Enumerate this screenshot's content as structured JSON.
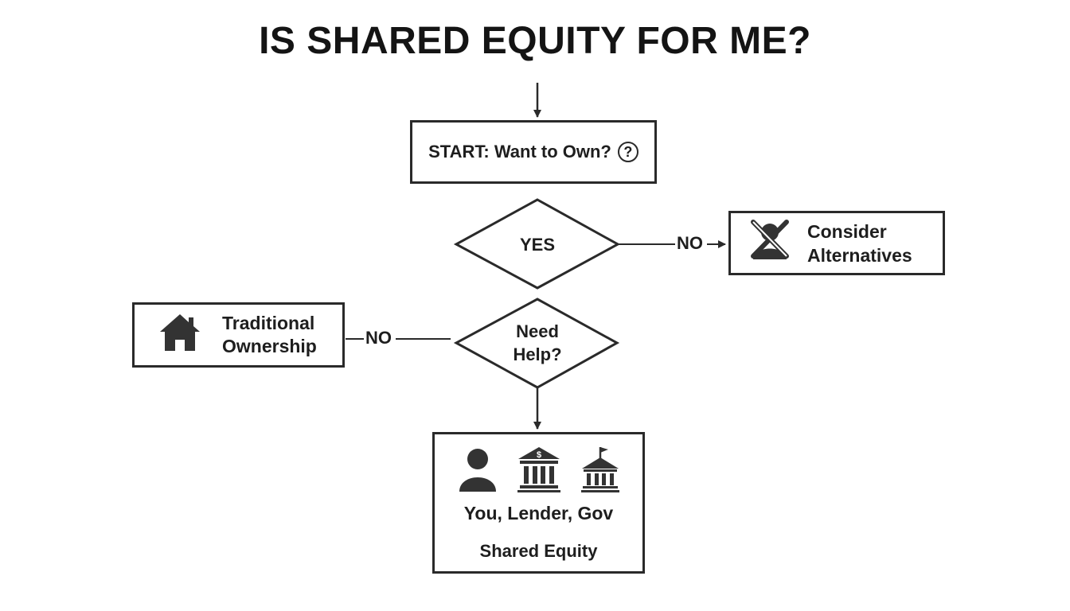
{
  "title": "IS SHARED EQUITY FOR ME?",
  "nodes": {
    "start": {
      "label": "START: Want to Own?",
      "icon": "question-circle-icon",
      "icon_glyph": "?"
    },
    "yes_decision": {
      "label": "YES"
    },
    "alternatives": {
      "line1": "Consider",
      "line2": "Alternatives",
      "icon": "crossed-person-icon"
    },
    "need_help": {
      "line1": "Need",
      "line2": "Help?"
    },
    "traditional": {
      "line1": "Traditional",
      "line2": "Ownership",
      "icon": "house-icon"
    },
    "shared": {
      "parties": "You, Lender, Gov",
      "label": "Shared Equity",
      "icons": [
        "person-icon",
        "bank-icon",
        "government-building-icon"
      ],
      "bank_symbol": "$"
    }
  },
  "edges": {
    "yes_to_alternatives": "NO",
    "need_help_to_traditional": "NO"
  },
  "colors": {
    "ink": "#2a2a2a",
    "background": "#ffffff",
    "icon": "#333333"
  }
}
